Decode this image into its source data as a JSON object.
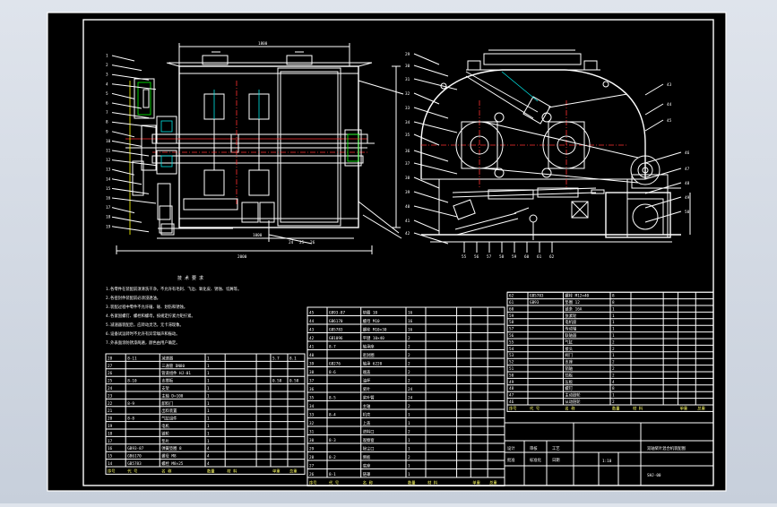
{
  "drawing": {
    "dimensions": {
      "top_width": "1800",
      "bottom_width": "1000",
      "overall_width": "2000"
    },
    "part_labels_left": [
      "1",
      "2",
      "3",
      "4",
      "5",
      "6",
      "7",
      "8",
      "9",
      "10",
      "11",
      "12",
      "13",
      "14",
      "15",
      "16",
      "17",
      "18",
      "19"
    ],
    "part_labels_right": [
      "29",
      "30",
      "31",
      "32",
      "33",
      "34",
      "35",
      "36",
      "37",
      "38",
      "39",
      "40",
      "41",
      "42",
      "43",
      "44",
      "45",
      "46",
      "47",
      "48",
      "49",
      "50"
    ],
    "bottom_labels_left": [
      "24",
      "25",
      "26"
    ],
    "bottom_labels_right": [
      "55",
      "56",
      "57",
      "58",
      "59",
      "60",
      "61",
      "62"
    ],
    "notes_title": "技 术 要 求",
    "notes": [
      "1.各零件在装配前须清洗干净，不允许有毛刺、飞边、氧化皮、锈蚀、切屑等。",
      "2.各密封件装配前必须浸透油。",
      "3.装配过程中零件不允许磕、碰、划伤和锈蚀。",
      "4.各紧固螺钉、螺栓和螺母，按规定拧紧力矩拧紧。",
      "5.减速器装配后，应转动灵活，无卡滞现象。",
      "6.设备试运转时不允许有异常噪声和振动。",
      "7.外表面涂防锈漆两遍，颜色由用户确定。"
    ],
    "title_block": {
      "name": "双轴桨叶混合机装配图",
      "drawing_no": "SHJ-00",
      "scale": "1:10",
      "labels": [
        "设计",
        "审核",
        "工艺",
        "批准",
        "标准化",
        "日期"
      ]
    },
    "bom_left": [
      [
        "28",
        "8-11",
        "减速器",
        "1",
        "",
        "",
        "5.7",
        "8.1"
      ],
      [
        "27",
        "",
        "三通管 DN80",
        "1",
        "",
        "",
        "",
        ""
      ],
      [
        "26",
        "",
        "管道组件 HJ-01",
        "1",
        "",
        "",
        "",
        ""
      ],
      [
        "25",
        "8-10",
        "支撑板",
        "1",
        "",
        "",
        "0.58",
        "0.58"
      ],
      [
        "24",
        "",
        "支架",
        "1",
        "",
        "",
        "",
        ""
      ],
      [
        "23",
        "",
        "主轴 D=100",
        "1",
        "",
        "",
        "",
        ""
      ],
      [
        "22",
        "8-9",
        "卸料门",
        "1",
        "",
        "",
        "",
        ""
      ],
      [
        "21",
        "",
        "出料装置",
        "1",
        "",
        "",
        "",
        ""
      ],
      [
        "20",
        "8-8",
        "气缸组件",
        "1",
        "",
        "",
        "",
        ""
      ],
      [
        "19",
        "",
        "电机",
        "1",
        "",
        "",
        "",
        ""
      ],
      [
        "18",
        "",
        "链轮",
        "1",
        "",
        "",
        "",
        ""
      ],
      [
        "17",
        "",
        "垫片",
        "1",
        "",
        "",
        "",
        ""
      ],
      [
        "16",
        "GB93-87",
        "弹簧垫圈 8",
        "4",
        "",
        "",
        "",
        ""
      ],
      [
        "15",
        "GB6170",
        "螺母 M8",
        "4",
        "",
        "",
        "",
        ""
      ],
      [
        "14",
        "GB5783",
        "螺栓 M8×25",
        "4",
        "",
        "",
        "",
        ""
      ]
    ],
    "bom_mid": [
      [
        "45",
        "GB93-87",
        "垫圈 10",
        "16",
        "",
        "",
        "",
        ""
      ],
      [
        "44",
        "GB6170",
        "螺母 M10",
        "16",
        "",
        "",
        "",
        ""
      ],
      [
        "43",
        "GB5783",
        "螺栓 M10×30",
        "16",
        "",
        "",
        "",
        ""
      ],
      [
        "42",
        "GB1096",
        "平键 10×40",
        "2",
        "",
        "",
        "",
        ""
      ],
      [
        "41",
        "8-7",
        "轴承座",
        "2",
        "",
        "",
        "",
        ""
      ],
      [
        "40",
        "",
        "密封圈",
        "2",
        "",
        "",
        "",
        ""
      ],
      [
        "39",
        "GB276",
        "轴承 6220",
        "2",
        "",
        "",
        "",
        ""
      ],
      [
        "38",
        "8-6",
        "端盖",
        "2",
        "",
        "",
        "",
        ""
      ],
      [
        "37",
        "",
        "油杯",
        "2",
        "",
        "",
        "",
        ""
      ],
      [
        "36",
        "",
        "桨叶",
        "24",
        "",
        "",
        "",
        ""
      ],
      [
        "35",
        "8-5",
        "桨叶臂",
        "24",
        "",
        "",
        "",
        ""
      ],
      [
        "34",
        "",
        "主轴",
        "2",
        "",
        "",
        "",
        ""
      ],
      [
        "33",
        "8-4",
        "机壳",
        "1",
        "",
        "",
        "",
        ""
      ],
      [
        "32",
        "",
        "上盖",
        "1",
        "",
        "",
        "",
        ""
      ],
      [
        "31",
        "",
        "进料口",
        "2",
        "",
        "",
        "",
        ""
      ],
      [
        "30",
        "8-3",
        "观察窗",
        "1",
        "",
        "",
        "",
        ""
      ],
      [
        "29",
        "",
        "除尘口",
        "1",
        "",
        "",
        "",
        ""
      ],
      [
        "28",
        "8-2",
        "侧板",
        "2",
        "",
        "",
        "",
        ""
      ],
      [
        "27",
        "",
        "底座",
        "1",
        "",
        "",
        "",
        ""
      ],
      [
        "26",
        "8-1",
        "链罩",
        "1",
        "",
        "",
        "",
        ""
      ]
    ],
    "bom_right": [
      [
        "62",
        "GB5783",
        "螺栓 M12×40",
        "8",
        "",
        "",
        "",
        ""
      ],
      [
        "61",
        "GB93",
        "垫圈 12",
        "8",
        "",
        "",
        "",
        ""
      ],
      [
        "60",
        "",
        "链条 16A",
        "1",
        "",
        "",
        "",
        ""
      ],
      [
        "59",
        "",
        "张紧轮",
        "1",
        "",
        "",
        "",
        ""
      ],
      [
        "58",
        "",
        "电机座",
        "1",
        "",
        "",
        "",
        ""
      ],
      [
        "57",
        "",
        "传动轴",
        "1",
        "",
        "",
        "",
        ""
      ],
      [
        "56",
        "",
        "联轴器",
        "1",
        "",
        "",
        "",
        ""
      ],
      [
        "55",
        "",
        "气缸",
        "2",
        "",
        "",
        "",
        ""
      ],
      [
        "54",
        "",
        "接头",
        "2",
        "",
        "",
        "",
        ""
      ],
      [
        "53",
        "",
        "阀门",
        "1",
        "",
        "",
        "",
        ""
      ],
      [
        "52",
        "",
        "支座",
        "2",
        "",
        "",
        "",
        ""
      ],
      [
        "51",
        "",
        "销轴",
        "2",
        "",
        "",
        "",
        ""
      ],
      [
        "50",
        "",
        "挡板",
        "2",
        "",
        "",
        "",
        ""
      ],
      [
        "49",
        "",
        "压板",
        "4",
        "",
        "",
        "",
        ""
      ],
      [
        "48",
        "",
        "螺钉",
        "8",
        "",
        "",
        "",
        ""
      ],
      [
        "47",
        "",
        "主动链轮",
        "1",
        "",
        "",
        "",
        ""
      ],
      [
        "46",
        "",
        "从动链轮",
        "2",
        "",
        "",
        "",
        ""
      ]
    ],
    "bom_header": [
      "序号",
      "代 号",
      "名 称",
      "数量",
      "材 料",
      "",
      "单重",
      "总重"
    ]
  }
}
